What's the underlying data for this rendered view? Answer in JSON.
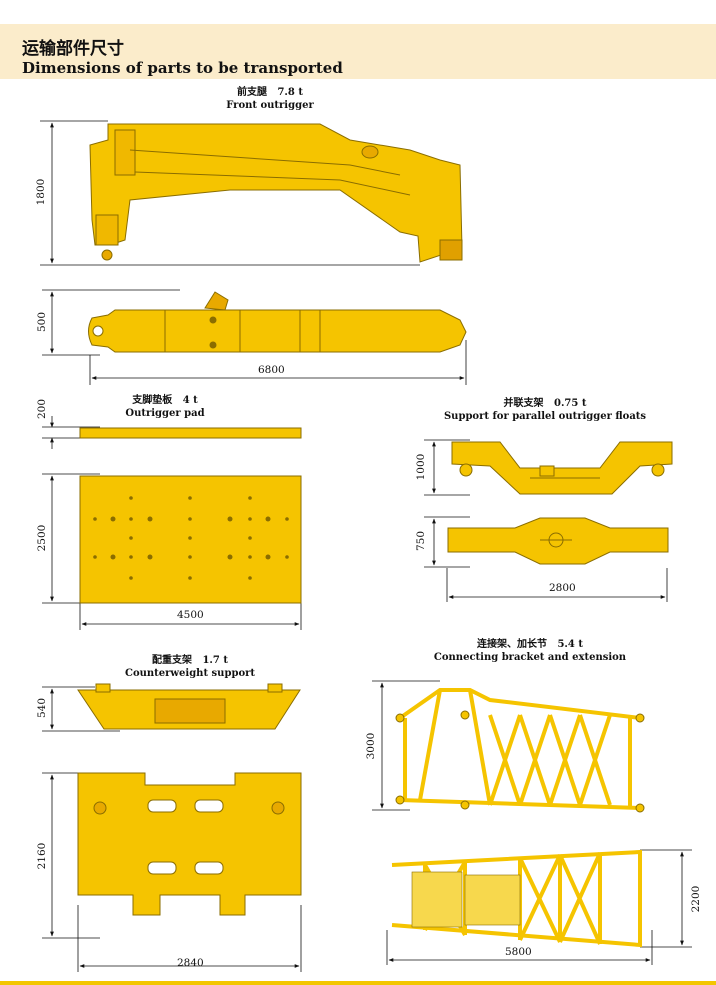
{
  "header": {
    "title_zh": "运输部件尺寸",
    "title_en": "Dimensions of parts to be transported"
  },
  "colors": {
    "part_fill": "#f5c400",
    "part_stroke": "#8a6d00",
    "header_bg": "#fbeccb"
  },
  "parts": {
    "front_outrigger": {
      "name_zh": "前支腿",
      "weight": "7.8 t",
      "name_en": "Front outrigger",
      "height_dim": "1800",
      "width_dim": "500",
      "length_dim": "6800"
    },
    "outrigger_pad": {
      "name_zh": "支脚垫板",
      "weight": "4 t",
      "name_en": "Outrigger pad",
      "thickness_dim": "200",
      "width_dim": "2500",
      "length_dim": "4500"
    },
    "parallel_support": {
      "name_zh": "并联支架",
      "weight": "0.75 t",
      "name_en": "Support for parallel outrigger floats",
      "height_dim": "1000",
      "width_dim": "750",
      "length_dim": "2800"
    },
    "counterweight_support": {
      "name_zh": "配重支架",
      "weight": "1.7 t",
      "name_en": "Counterweight support",
      "height_dim": "540",
      "width_dim": "2160",
      "length_dim": "2840"
    },
    "connecting_bracket": {
      "name_zh": "连接架、加长节",
      "weight": "5.4 t",
      "name_en": "Connecting bracket and extension",
      "height_dim": "3000",
      "width_dim": "2200",
      "length_dim": "5800"
    }
  }
}
